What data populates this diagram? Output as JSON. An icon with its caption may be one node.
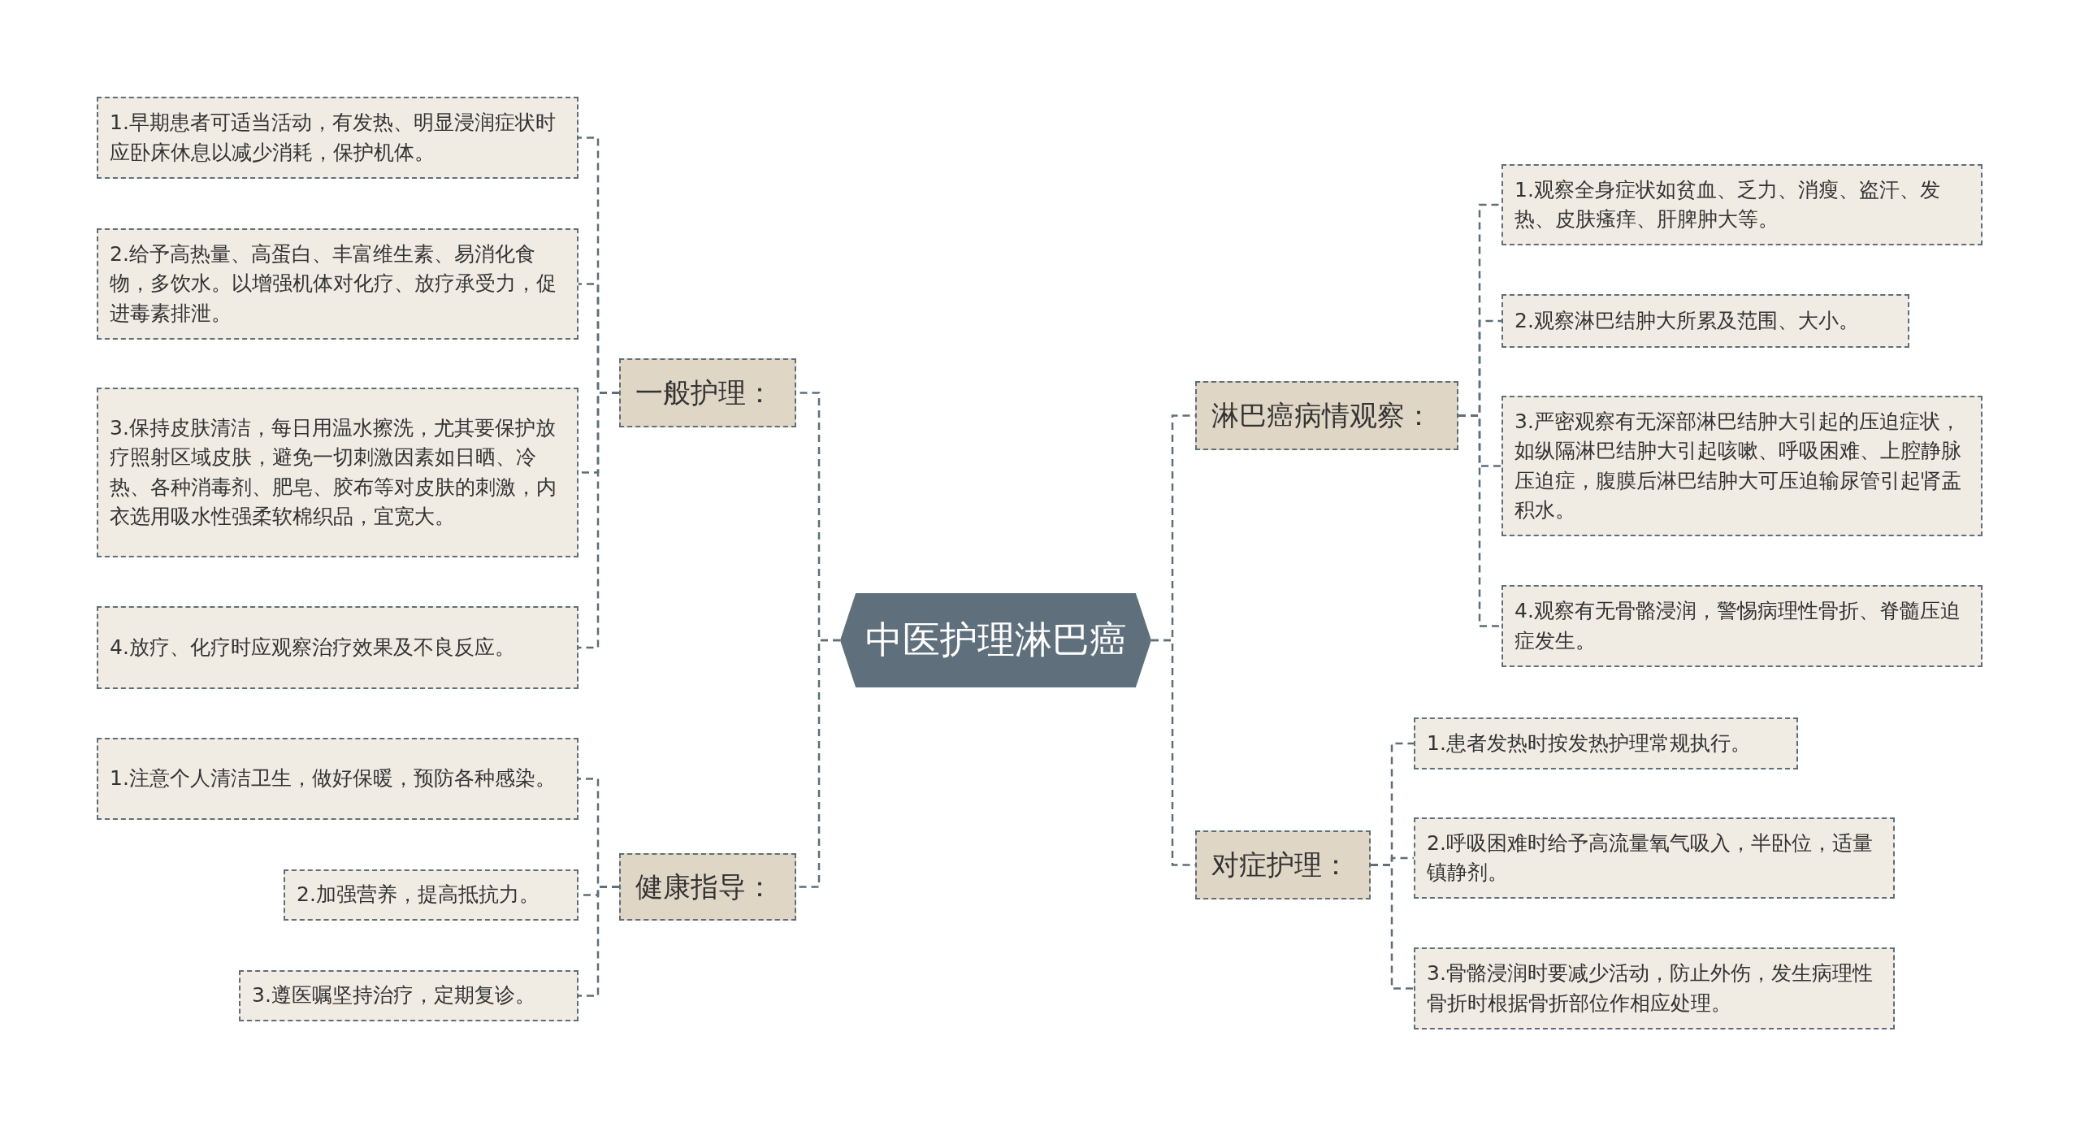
{
  "diagram": {
    "nodes": [
      {
        "text": [
          "中医护理淋巴癌"
        ]
      },
      {
        "text": [
          "一般护理："
        ]
      },
      {
        "text": [
          "1.早期患者可适当活动，有发热、明显浸润症状时应卧床休息以减少消耗，保护机体。"
        ]
      },
      {
        "text": [
          "2.给予高热量、高蛋白、丰富维生素、易消化食物，多饮水。以增强机体对化疗、放疗承受力，促进毒素排泄。"
        ]
      },
      {
        "text": [
          "3.保持皮肤清洁，每日用温水擦洗，尤其要保护放疗照射区域皮肤，避免一切刺激因素如日晒、冷热、各种消毒剂、肥皂、胶布等对皮肤的刺激，内衣选用吸水性强柔软棉织品，宜宽大。"
        ]
      },
      {
        "text": [
          "4.放疗、化疗时应观察治疗效果及不良反应。"
        ]
      },
      {
        "text": [
          "健康指导："
        ]
      },
      {
        "text": [
          "1.注意个人清洁卫生，做好保暖，预防各种感染。"
        ]
      },
      {
        "text": [
          "2.加强营养，提高抵抗力。"
        ]
      },
      {
        "text": [
          "3.遵医嘱坚持治疗，定期复诊。"
        ]
      },
      {
        "text": [
          "淋巴癌病情观察："
        ]
      },
      {
        "text": [
          "1.观察全身症状如贫血、乏力、消瘦、盗汗、发热、皮肤瘙痒、肝脾肿大等。"
        ]
      },
      {
        "text": [
          "2.观察淋巴结肿大所累及范围、大小。"
        ]
      },
      {
        "text": [
          "3.严密观察有无深部淋巴结肿大引起的压迫症状，如纵隔淋巴结肿大引起咳嗽、呼吸困难、上腔静脉压迫症，腹膜后淋巴结肿大可压迫输尿管引起肾盂积水。"
        ]
      },
      {
        "text": [
          "4.观察有无骨骼浸润，警惕病理性骨折、脊髓压迫症发生。"
        ]
      },
      {
        "text": [
          "对症护理："
        ]
      },
      {
        "text": [
          "1.患者发热时按发热护理常规执行。"
        ]
      },
      {
        "text": [
          "2.呼吸困难时给予高流量氧气吸入，半卧位，适量镇静剂。"
        ]
      },
      {
        "text": [
          "3.骨骼浸润时要减少活动，防止外伤，发生病理性骨折时根据骨折部位作相应处理。"
        ]
      }
    ],
    "edges": [
      {
        "from": 0,
        "to": 1,
        "arrow": "none"
      },
      {
        "from": 1,
        "to": 2,
        "arrow": "none"
      },
      {
        "from": 1,
        "to": 3,
        "arrow": "none"
      },
      {
        "from": 1,
        "to": 4,
        "arrow": "none"
      },
      {
        "from": 1,
        "to": 5,
        "arrow": "none"
      },
      {
        "from": 0,
        "to": 6,
        "arrow": "none"
      },
      {
        "from": 6,
        "to": 7,
        "arrow": "none"
      },
      {
        "from": 6,
        "to": 8,
        "arrow": "none"
      },
      {
        "from": 6,
        "to": 9,
        "arrow": "none"
      },
      {
        "from": 0,
        "to": 10,
        "arrow": "none"
      },
      {
        "from": 10,
        "to": 11,
        "arrow": "none"
      },
      {
        "from": 10,
        "to": 12,
        "arrow": "none"
      },
      {
        "from": 10,
        "to": 13,
        "arrow": "none"
      },
      {
        "from": 10,
        "to": 14,
        "arrow": "none"
      },
      {
        "from": 0,
        "to": 15,
        "arrow": "none"
      },
      {
        "from": 15,
        "to": 16,
        "arrow": "none"
      },
      {
        "from": 15,
        "to": 17,
        "arrow": "none"
      },
      {
        "from": 15,
        "to": 18,
        "arrow": "none"
      }
    ]
  }
}
